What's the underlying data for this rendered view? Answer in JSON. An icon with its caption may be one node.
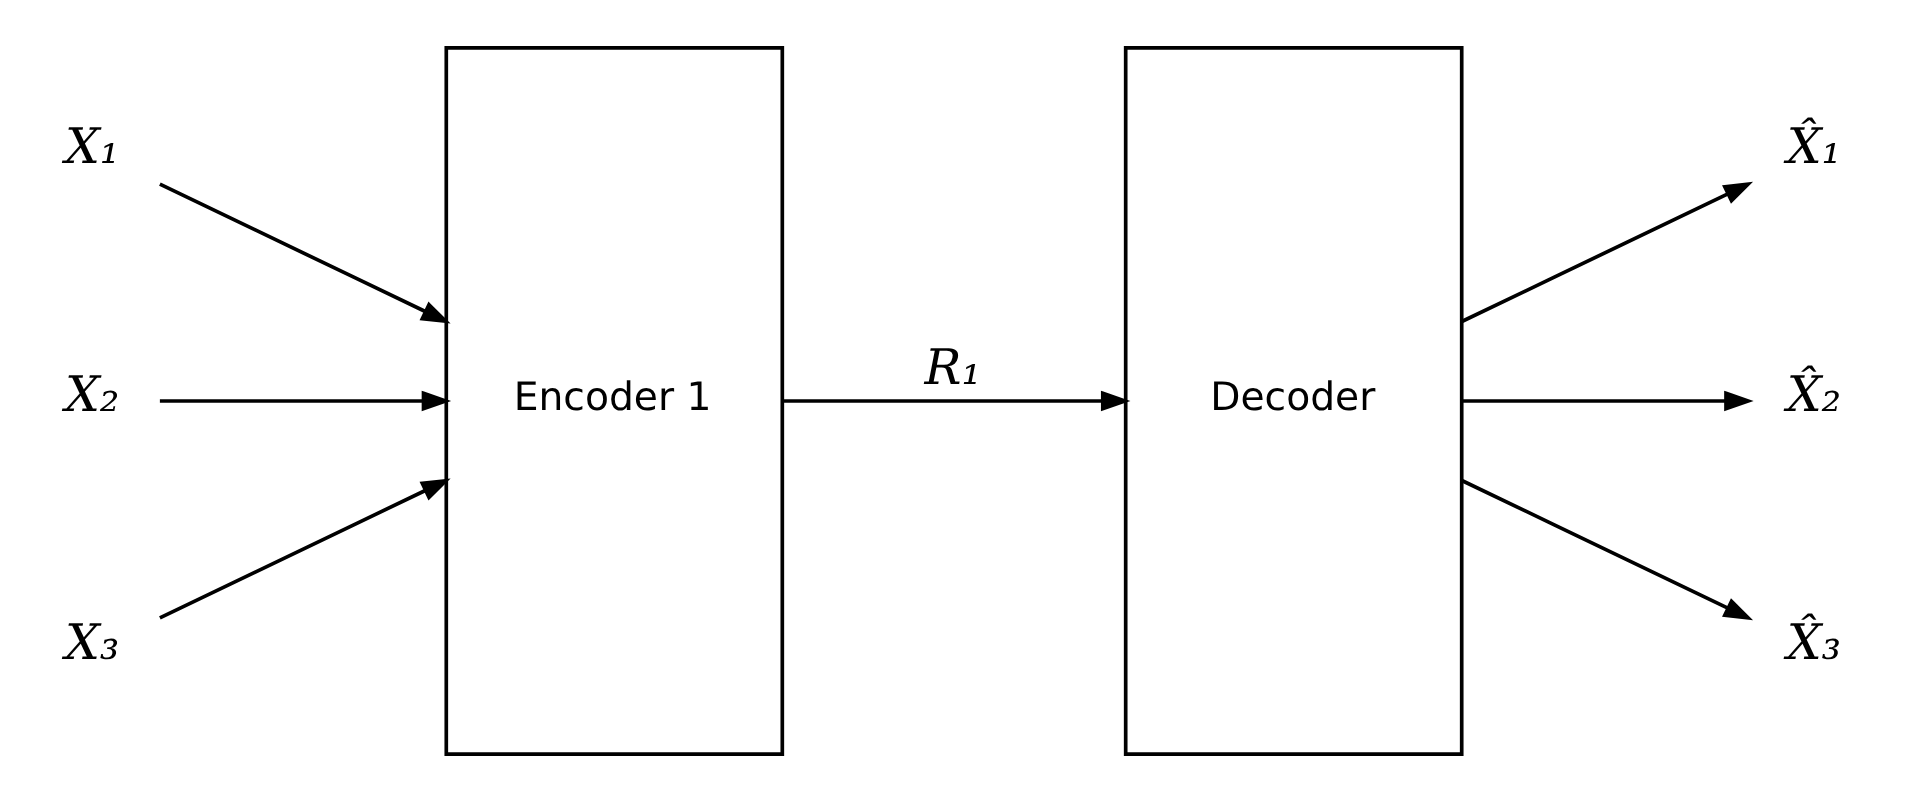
{
  "diagram": {
    "nodes": [
      {
        "text": [
          "X₁"
        ]
      },
      {
        "text": [
          "X₂"
        ]
      },
      {
        "text": [
          "X₃"
        ]
      },
      {
        "text": [
          "Encoder 1"
        ]
      },
      {
        "text": [
          "Decoder"
        ]
      },
      {
        "text": [
          "X̂₁"
        ]
      },
      {
        "text": [
          "X̂₂"
        ]
      },
      {
        "text": [
          "X̂₃"
        ]
      }
    ],
    "edges": [
      {
        "from": 0,
        "to": 3,
        "arrow": "to"
      },
      {
        "from": 1,
        "to": 3,
        "arrow": "to"
      },
      {
        "from": 2,
        "to": 3,
        "arrow": "to"
      },
      {
        "from": 3,
        "to": 4,
        "arrow": "to",
        "label": "R₁"
      },
      {
        "from": 4,
        "to": 5,
        "arrow": "to"
      },
      {
        "from": 4,
        "to": 6,
        "arrow": "to"
      },
      {
        "from": 4,
        "to": 7,
        "arrow": "to"
      }
    ]
  }
}
